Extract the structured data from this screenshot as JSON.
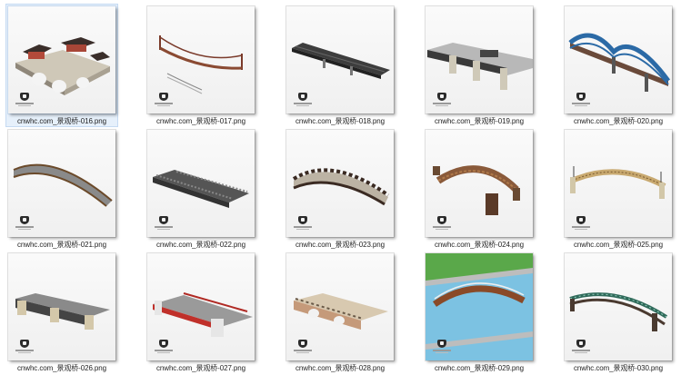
{
  "files": [
    {
      "name": "cnwhc.com_景观桥-016.png",
      "selected": true,
      "icon": "bridge-thumbnail"
    },
    {
      "name": "cnwhc.com_景观桥-017.png",
      "selected": false,
      "icon": "bridge-thumbnail"
    },
    {
      "name": "cnwhc.com_景观桥-018.png",
      "selected": false,
      "icon": "bridge-thumbnail"
    },
    {
      "name": "cnwhc.com_景观桥-019.png",
      "selected": false,
      "icon": "bridge-thumbnail"
    },
    {
      "name": "cnwhc.com_景观桥-020.png",
      "selected": false,
      "icon": "bridge-thumbnail"
    },
    {
      "name": "cnwhc.com_景观桥-021.png",
      "selected": false,
      "icon": "bridge-thumbnail"
    },
    {
      "name": "cnwhc.com_景观桥-022.png",
      "selected": false,
      "icon": "bridge-thumbnail"
    },
    {
      "name": "cnwhc.com_景观桥-023.png",
      "selected": false,
      "icon": "bridge-thumbnail"
    },
    {
      "name": "cnwhc.com_景观桥-024.png",
      "selected": false,
      "icon": "bridge-thumbnail"
    },
    {
      "name": "cnwhc.com_景观桥-025.png",
      "selected": false,
      "icon": "bridge-thumbnail"
    },
    {
      "name": "cnwhc.com_景观桥-026.png",
      "selected": false,
      "icon": "bridge-thumbnail"
    },
    {
      "name": "cnwhc.com_景观桥-027.png",
      "selected": false,
      "icon": "bridge-thumbnail"
    },
    {
      "name": "cnwhc.com_景观桥-028.png",
      "selected": false,
      "icon": "bridge-thumbnail"
    },
    {
      "name": "cnwhc.com_景观桥-029.png",
      "selected": false,
      "icon": "bridge-thumbnail"
    },
    {
      "name": "cnwhc.com_景观桥-030.png",
      "selected": false,
      "icon": "bridge-thumbnail"
    }
  ],
  "colors": {
    "selection": "#e6f0fb",
    "caption_text": "#222222"
  }
}
